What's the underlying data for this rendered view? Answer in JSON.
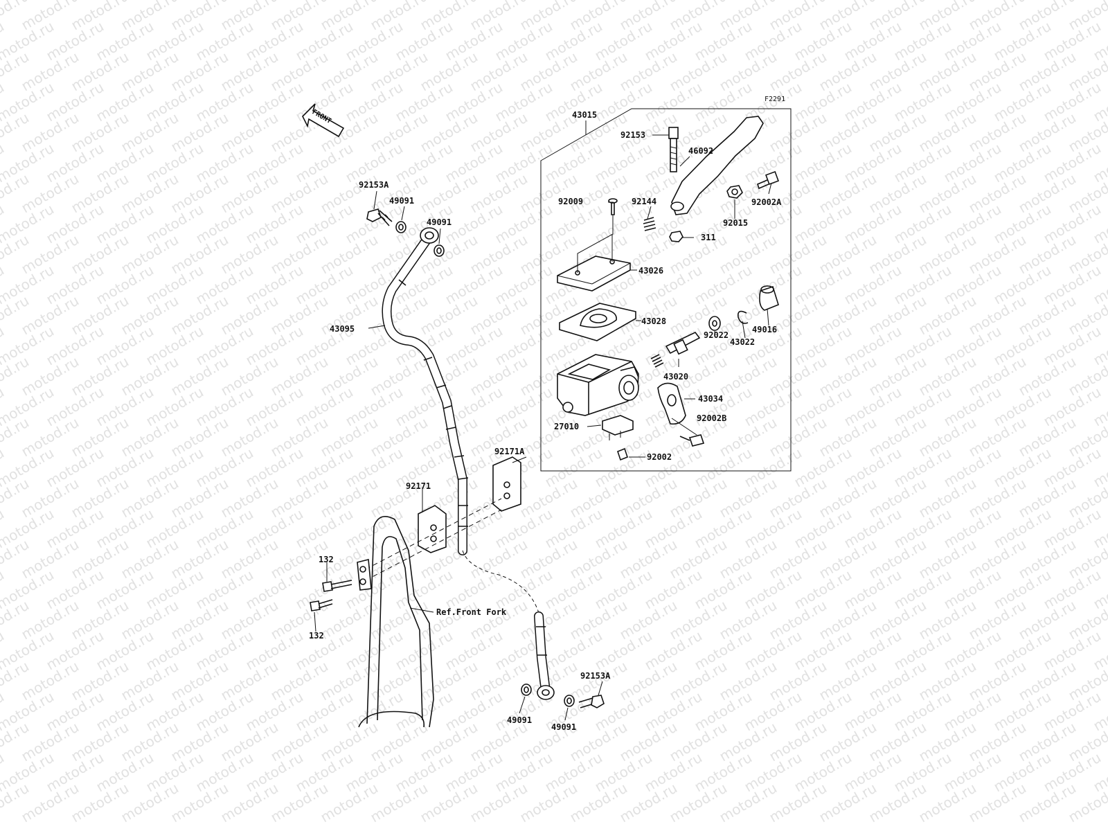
{
  "watermark": "motod.ru",
  "figure_code": "F2291",
  "front_arrow": "FRONT",
  "assembly_label": "43015",
  "ref_label": "Ref.Front Fork",
  "parts": {
    "p92153": "92153",
    "p46092": "46092",
    "p92009": "92009",
    "p92144": "92144",
    "p92002A": "92002A",
    "p92015": "92015",
    "p311": "311",
    "p43026": "43026",
    "p43028": "43028",
    "p49016": "49016",
    "p43022": "43022",
    "p92022": "92022",
    "p43020": "43020",
    "p43034": "43034",
    "p27010": "27010",
    "p92002B": "92002B",
    "p92002": "92002",
    "p92153A_top": "92153A",
    "p49091_a": "49091",
    "p49091_b": "49091",
    "p43095": "43095",
    "p92171A": "92171A",
    "p92171": "92171",
    "p132_a": "132",
    "p132_b": "132",
    "p92153A_bot": "92153A",
    "p49091_c": "49091",
    "p49091_d": "49091"
  }
}
